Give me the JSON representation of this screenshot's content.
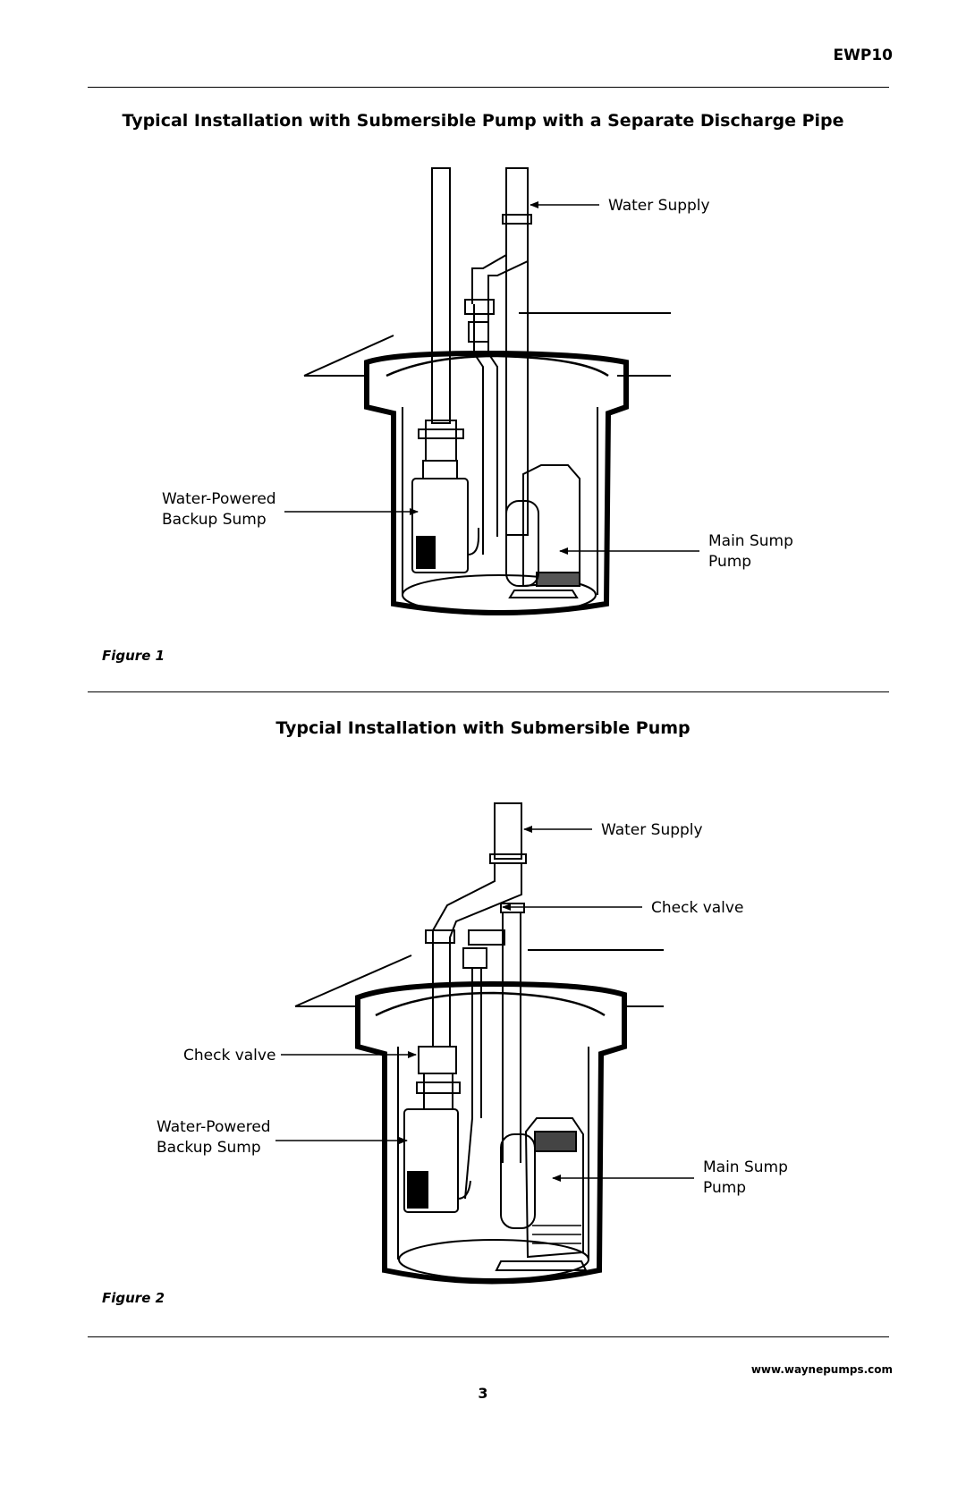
{
  "header": {
    "model": "EWP10"
  },
  "figure1": {
    "title": "Typical Installation with Submersible Pump with a Separate Discharge Pipe",
    "label": "Figure 1",
    "callouts": {
      "water_supply": "Water Supply",
      "backup_line1": "Water-Powered",
      "backup_line2": "Backup Sump",
      "main_line1": "Main Sump",
      "main_line2": "Pump"
    }
  },
  "figure2": {
    "title": "Typcial Installation with Submersible Pump",
    "label": "Figure 2",
    "callouts": {
      "water_supply": "Water Supply",
      "check_valve_top": "Check valve",
      "check_valve_left": "Check valve",
      "backup_line1": "Water-Powered",
      "backup_line2": "Backup Sump",
      "main_line1": "Main Sump",
      "main_line2": "Pump"
    }
  },
  "footer": {
    "url": "www.waynepumps.com",
    "page": "3"
  }
}
